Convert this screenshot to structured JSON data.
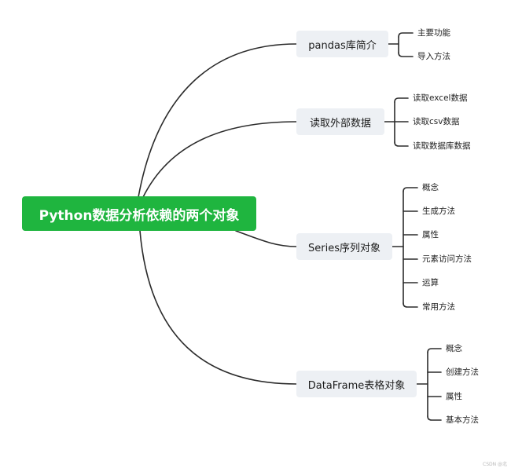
{
  "root": {
    "label": "Python数据分析依赖的两个对象"
  },
  "branches": [
    {
      "label": "pandas库简介",
      "children": [
        "主要功能",
        "导入方法"
      ]
    },
    {
      "label": "读取外部数据",
      "children": [
        "读取excel数据",
        "读取csv数据",
        "读取数据库数据"
      ]
    },
    {
      "label": "Series序列对象",
      "children": [
        "概念",
        "生成方法",
        "属性",
        "元素访问方法",
        "运算",
        "常用方法"
      ]
    },
    {
      "label": "DataFrame表格对象",
      "children": [
        "概念",
        "创建方法",
        "属性",
        "基本方法"
      ]
    }
  ],
  "watermark": "CSDN @北",
  "colors": {
    "root_fill": "#1fb53f",
    "branch_fill": "#edf0f4",
    "line": "#2b2b2b"
  }
}
